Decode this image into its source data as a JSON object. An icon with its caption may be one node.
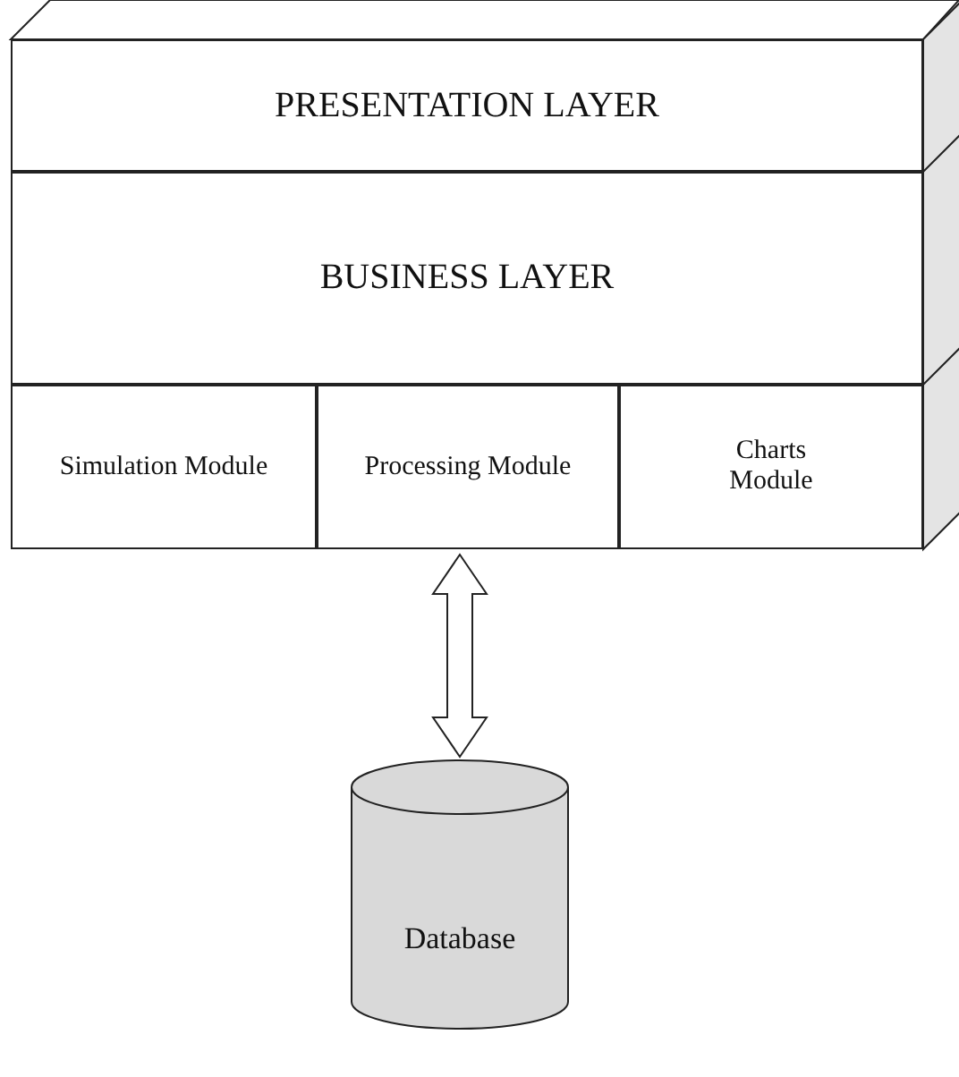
{
  "diagram": {
    "nodes": [
      {
        "text": [
          "PRESENTATION LAYER"
        ]
      },
      {
        "text": [
          "BUSINESS LAYER"
        ]
      },
      {
        "text": [
          "Simulation Module"
        ]
      },
      {
        "text": [
          "Processing Module"
        ]
      },
      {
        "text": [
          "Charts Module"
        ]
      },
      {
        "text": [
          "Database"
        ]
      }
    ],
    "edges": [
      {
        "from": 3,
        "to": 5,
        "arrow": "both"
      }
    ]
  }
}
